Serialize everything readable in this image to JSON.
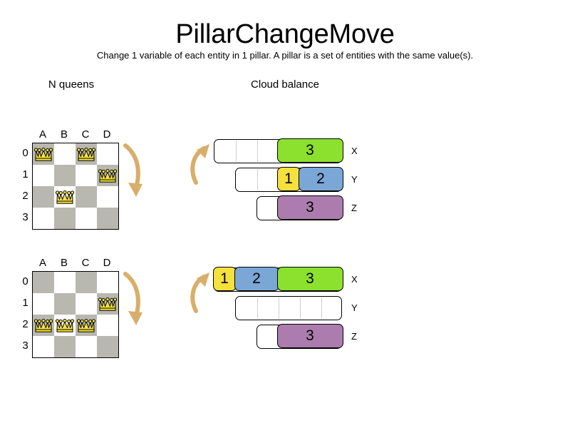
{
  "header": {
    "title": "PillarChangeMove",
    "subtitle": "Change 1 variable of each entity in 1 pillar. A pillar is a set of entities with the same value(s)."
  },
  "sections": {
    "nqueens_caption": "N queens",
    "cloud_caption": "Cloud balance"
  },
  "colors": {
    "green": "#8ce02e",
    "yellow": "#f5e13c",
    "blue": "#7ba7d7",
    "purple": "#ad7cae",
    "dark_square": "#b8b8b0",
    "light_square": "#ffffff",
    "arrow": "#d9ae6a",
    "queen_fill": "#f5e13c",
    "outline": "#000000"
  },
  "nqueens": {
    "column_labels": [
      "A",
      "B",
      "C",
      "D"
    ],
    "row_labels": [
      "0",
      "1",
      "2",
      "3"
    ],
    "boards": [
      {
        "name": "before",
        "queens": [
          {
            "col": 0,
            "row": 0,
            "square": "A0"
          },
          {
            "col": 2,
            "row": 0,
            "square": "C0"
          },
          {
            "col": 3,
            "row": 1,
            "square": "D1"
          },
          {
            "col": 1,
            "row": 2,
            "square": "B2"
          }
        ]
      },
      {
        "name": "after",
        "queens": [
          {
            "col": 3,
            "row": 1,
            "square": "D1"
          },
          {
            "col": 0,
            "row": 2,
            "square": "A2"
          },
          {
            "col": 1,
            "row": 2,
            "square": "B2"
          },
          {
            "col": 2,
            "row": 2,
            "square": "C2"
          }
        ]
      }
    ]
  },
  "cloud_balance": {
    "groups": [
      {
        "name": "before",
        "bars": [
          {
            "label": "X",
            "offset": 5,
            "width": 180,
            "cells": 6,
            "processes": [
              {
                "value": "3",
                "color": "#8ce02e",
                "start": 90,
                "width": 90
              }
            ]
          },
          {
            "label": "Y",
            "offset": 35,
            "width": 150,
            "cells": 5,
            "processes": [
              {
                "value": "1",
                "color": "#f5e13c",
                "start": 60,
                "width": 30
              },
              {
                "value": "2",
                "color": "#7ba7d7",
                "start": 90,
                "width": 60
              }
            ]
          },
          {
            "label": "Z",
            "offset": 65,
            "width": 120,
            "cells": 4,
            "processes": [
              {
                "value": "3",
                "color": "#ad7cae",
                "start": 30,
                "width": 90
              }
            ]
          }
        ]
      },
      {
        "name": "after",
        "bars": [
          {
            "label": "X",
            "offset": 5,
            "width": 180,
            "cells": 6,
            "processes": [
              {
                "value": "1",
                "color": "#f5e13c",
                "start": 0,
                "width": 30
              },
              {
                "value": "2",
                "color": "#7ba7d7",
                "start": 30,
                "width": 60
              },
              {
                "value": "3",
                "color": "#8ce02e",
                "start": 90,
                "width": 90
              }
            ]
          },
          {
            "label": "Y",
            "offset": 35,
            "width": 150,
            "cells": 5,
            "processes": []
          },
          {
            "label": "Z",
            "offset": 65,
            "width": 120,
            "cells": 4,
            "processes": [
              {
                "value": "3",
                "color": "#ad7cae",
                "start": 30,
                "width": 90
              }
            ]
          }
        ]
      }
    ]
  },
  "arrows": {
    "chess_direction": "down",
    "cloud_direction": "up"
  }
}
